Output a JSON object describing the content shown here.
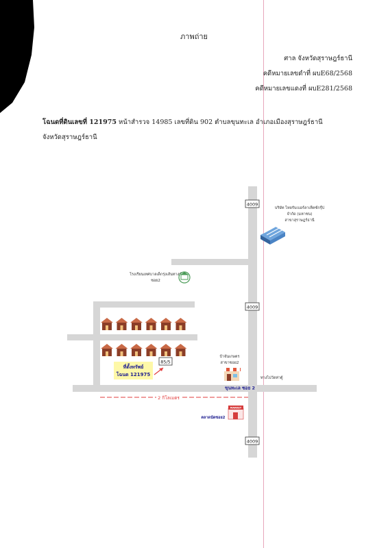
{
  "document": {
    "title": "ภาพถ่าย",
    "court": "ศาล จังหวัดสุราษฎร์ธานี",
    "black_case": "คดีหมายเลขดำที่ ผบE68/2568",
    "red_case": "คดีหมายเลขแดงที่ ผบE281/2568",
    "deed_bold": "โฉนดที่ดินเลขที่ 121975",
    "deed_rest": " หน้าสำรวจ 14985 เลขที่ดิน 902 ตำบลขุนทะเล อำเภอเมืองสุราษฎร์ธานี",
    "deed_line2": "จังหวัดสุราษฎร์ธานี"
  },
  "map": {
    "road_top": "4009",
    "road_mid": "4009",
    "road_bottom": "4009",
    "company_line1": "บริษัท ไทยรับเบอร์ลาเท็คซ์กรุ๊ป",
    "company_line2": "จำกัด (มหาชน)",
    "company_line3": "สาขาสุราษฎร์ธานี",
    "school_line1": "โรงเรียนเทศบาลเด็กรุ่งเส้นทางพ์",
    "school_line2": "ซอย2",
    "shop_line1": "ป้าจันเกษตร",
    "shop_line2": "สาขาซอย2",
    "house_number": "85/5",
    "property_line1": "ที่ตั้งทรัพย์",
    "property_line2": "โฉนด 121975",
    "soi_label": "ขุนทะเล ซอย 2",
    "direction_label": "ทางไปวัดท่าตู้",
    "distance_label": "2 กิโลเมตร",
    "market_sign": "MARKET",
    "market_label": "ตลาดนัดซอย2",
    "colors": {
      "road": "#d6d6d6",
      "roof": "#c96a47",
      "wall": "#8b3d27",
      "property_box": "#fef8a8",
      "dash": "#e23b3b"
    }
  }
}
